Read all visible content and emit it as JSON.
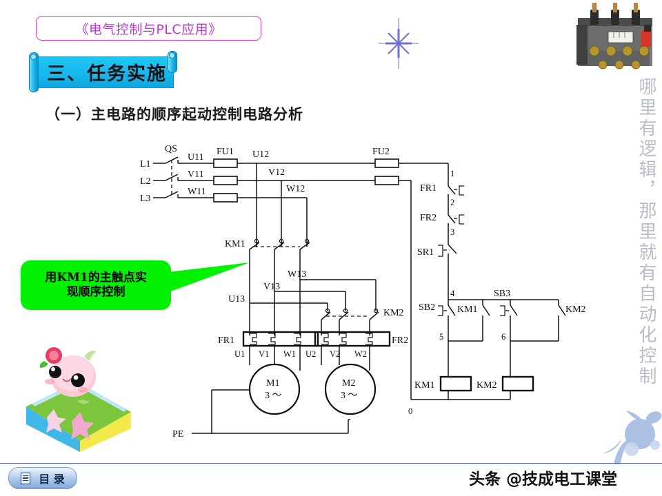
{
  "slide": {
    "course_title": "《电气控制与PLC应用》",
    "section_banner": "三、任务实施",
    "subtitle": "（一）主电路的顺序起动控制电路分析",
    "side_watermark": "哪里有逻辑，那里就有自动化控制",
    "footer_brand": "头条 @技成电工课堂",
    "toc_label": "目  录"
  },
  "callout": {
    "line1": "用KM1的主触点实",
    "line2": "现顺序控制",
    "fill_color": "#00f200"
  },
  "circuit": {
    "supply_lines": [
      "L1",
      "L2",
      "L3"
    ],
    "switch_label": "QS",
    "wire_labels_stage1": [
      "U11",
      "V11",
      "W11"
    ],
    "fuse1_label": "FU1",
    "wire_labels_stage2": [
      "U12",
      "V12",
      "W12"
    ],
    "fuse2_label": "FU2",
    "contactor1_label": "KM1",
    "wire_labels_stage3": [
      "U13",
      "V13",
      "W13"
    ],
    "contactor2_label": "KM2",
    "overload1_label": "FR1",
    "overload2_label": "FR2",
    "motor1_terminals": [
      "U1",
      "V1",
      "W1"
    ],
    "motor2_terminals": [
      "U2",
      "V2",
      "W2"
    ],
    "motor1": {
      "name": "M1",
      "phase": "3 ～"
    },
    "motor2": {
      "name": "M2",
      "phase": "3 ～"
    },
    "earth_label": "PE",
    "control": {
      "nodes": [
        "1",
        "2",
        "3",
        "4",
        "5",
        "6",
        "0"
      ],
      "fr1_label": "FR1",
      "fr2_label": "FR2",
      "stop_label": "SR1",
      "start1_label": "SB2",
      "start2_label": "SB3",
      "hold1_label": "KM1",
      "hold2_label": "KM2",
      "coil1_label": "KM1",
      "coil2_label": "KM2"
    }
  }
}
